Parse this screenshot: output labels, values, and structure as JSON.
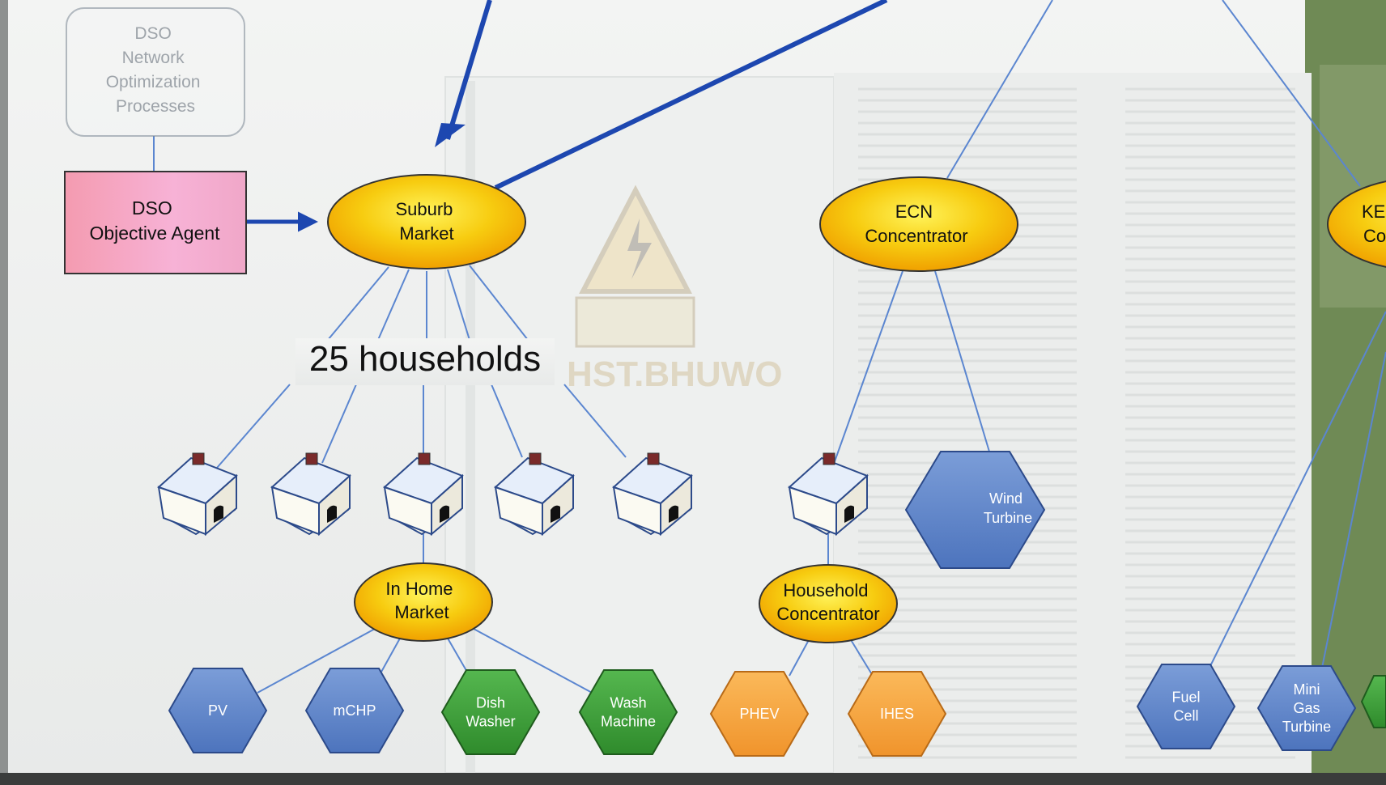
{
  "diagram": {
    "dso_processes": {
      "lines": [
        "DSO",
        "Network",
        "Optimization",
        "Processes"
      ]
    },
    "dso_agent": {
      "lines": [
        "DSO",
        "Objective Agent"
      ]
    },
    "suburb_market": {
      "lines": [
        "Suburb",
        "Market"
      ]
    },
    "ecn_concentrator": {
      "lines": [
        "ECN",
        "Concentrator"
      ]
    },
    "ke_concentrator_partial": {
      "lines": [
        "KE",
        "Co"
      ]
    },
    "households_label": "25 households",
    "in_home_market": {
      "lines": [
        "In Home",
        "Market"
      ]
    },
    "household_concentrator": {
      "lines": [
        "Household",
        "Concentrator"
      ]
    },
    "wind_turbine": {
      "lines": [
        "Wind",
        "Turbine"
      ]
    },
    "devices": [
      {
        "lines": [
          "PV"
        ],
        "color": "blue"
      },
      {
        "lines": [
          "mCHP"
        ],
        "color": "blue"
      },
      {
        "lines": [
          "Dish",
          "Washer"
        ],
        "color": "green"
      },
      {
        "lines": [
          "Wash",
          "Machine"
        ],
        "color": "green"
      },
      {
        "lines": [
          "PHEV"
        ],
        "color": "orange"
      },
      {
        "lines": [
          "IHES"
        ],
        "color": "orange"
      },
      {
        "lines": [
          "Fuel",
          "Cell"
        ],
        "color": "blue"
      },
      {
        "lines": [
          "Mini",
          "Gas",
          "Turbine"
        ],
        "color": "blue"
      }
    ],
    "background_sign": {
      "lines": [
        "HST.BHUWO"
      ]
    },
    "colors": {
      "blue_fill": "#5d84c8",
      "green_fill": "#3e9e3a",
      "orange_fill": "#f6a33e",
      "market_fill": "#f7c400",
      "agent_fill": "#f7a9c7",
      "arrow": "#1d47b0",
      "link": "#5b86d0"
    }
  }
}
